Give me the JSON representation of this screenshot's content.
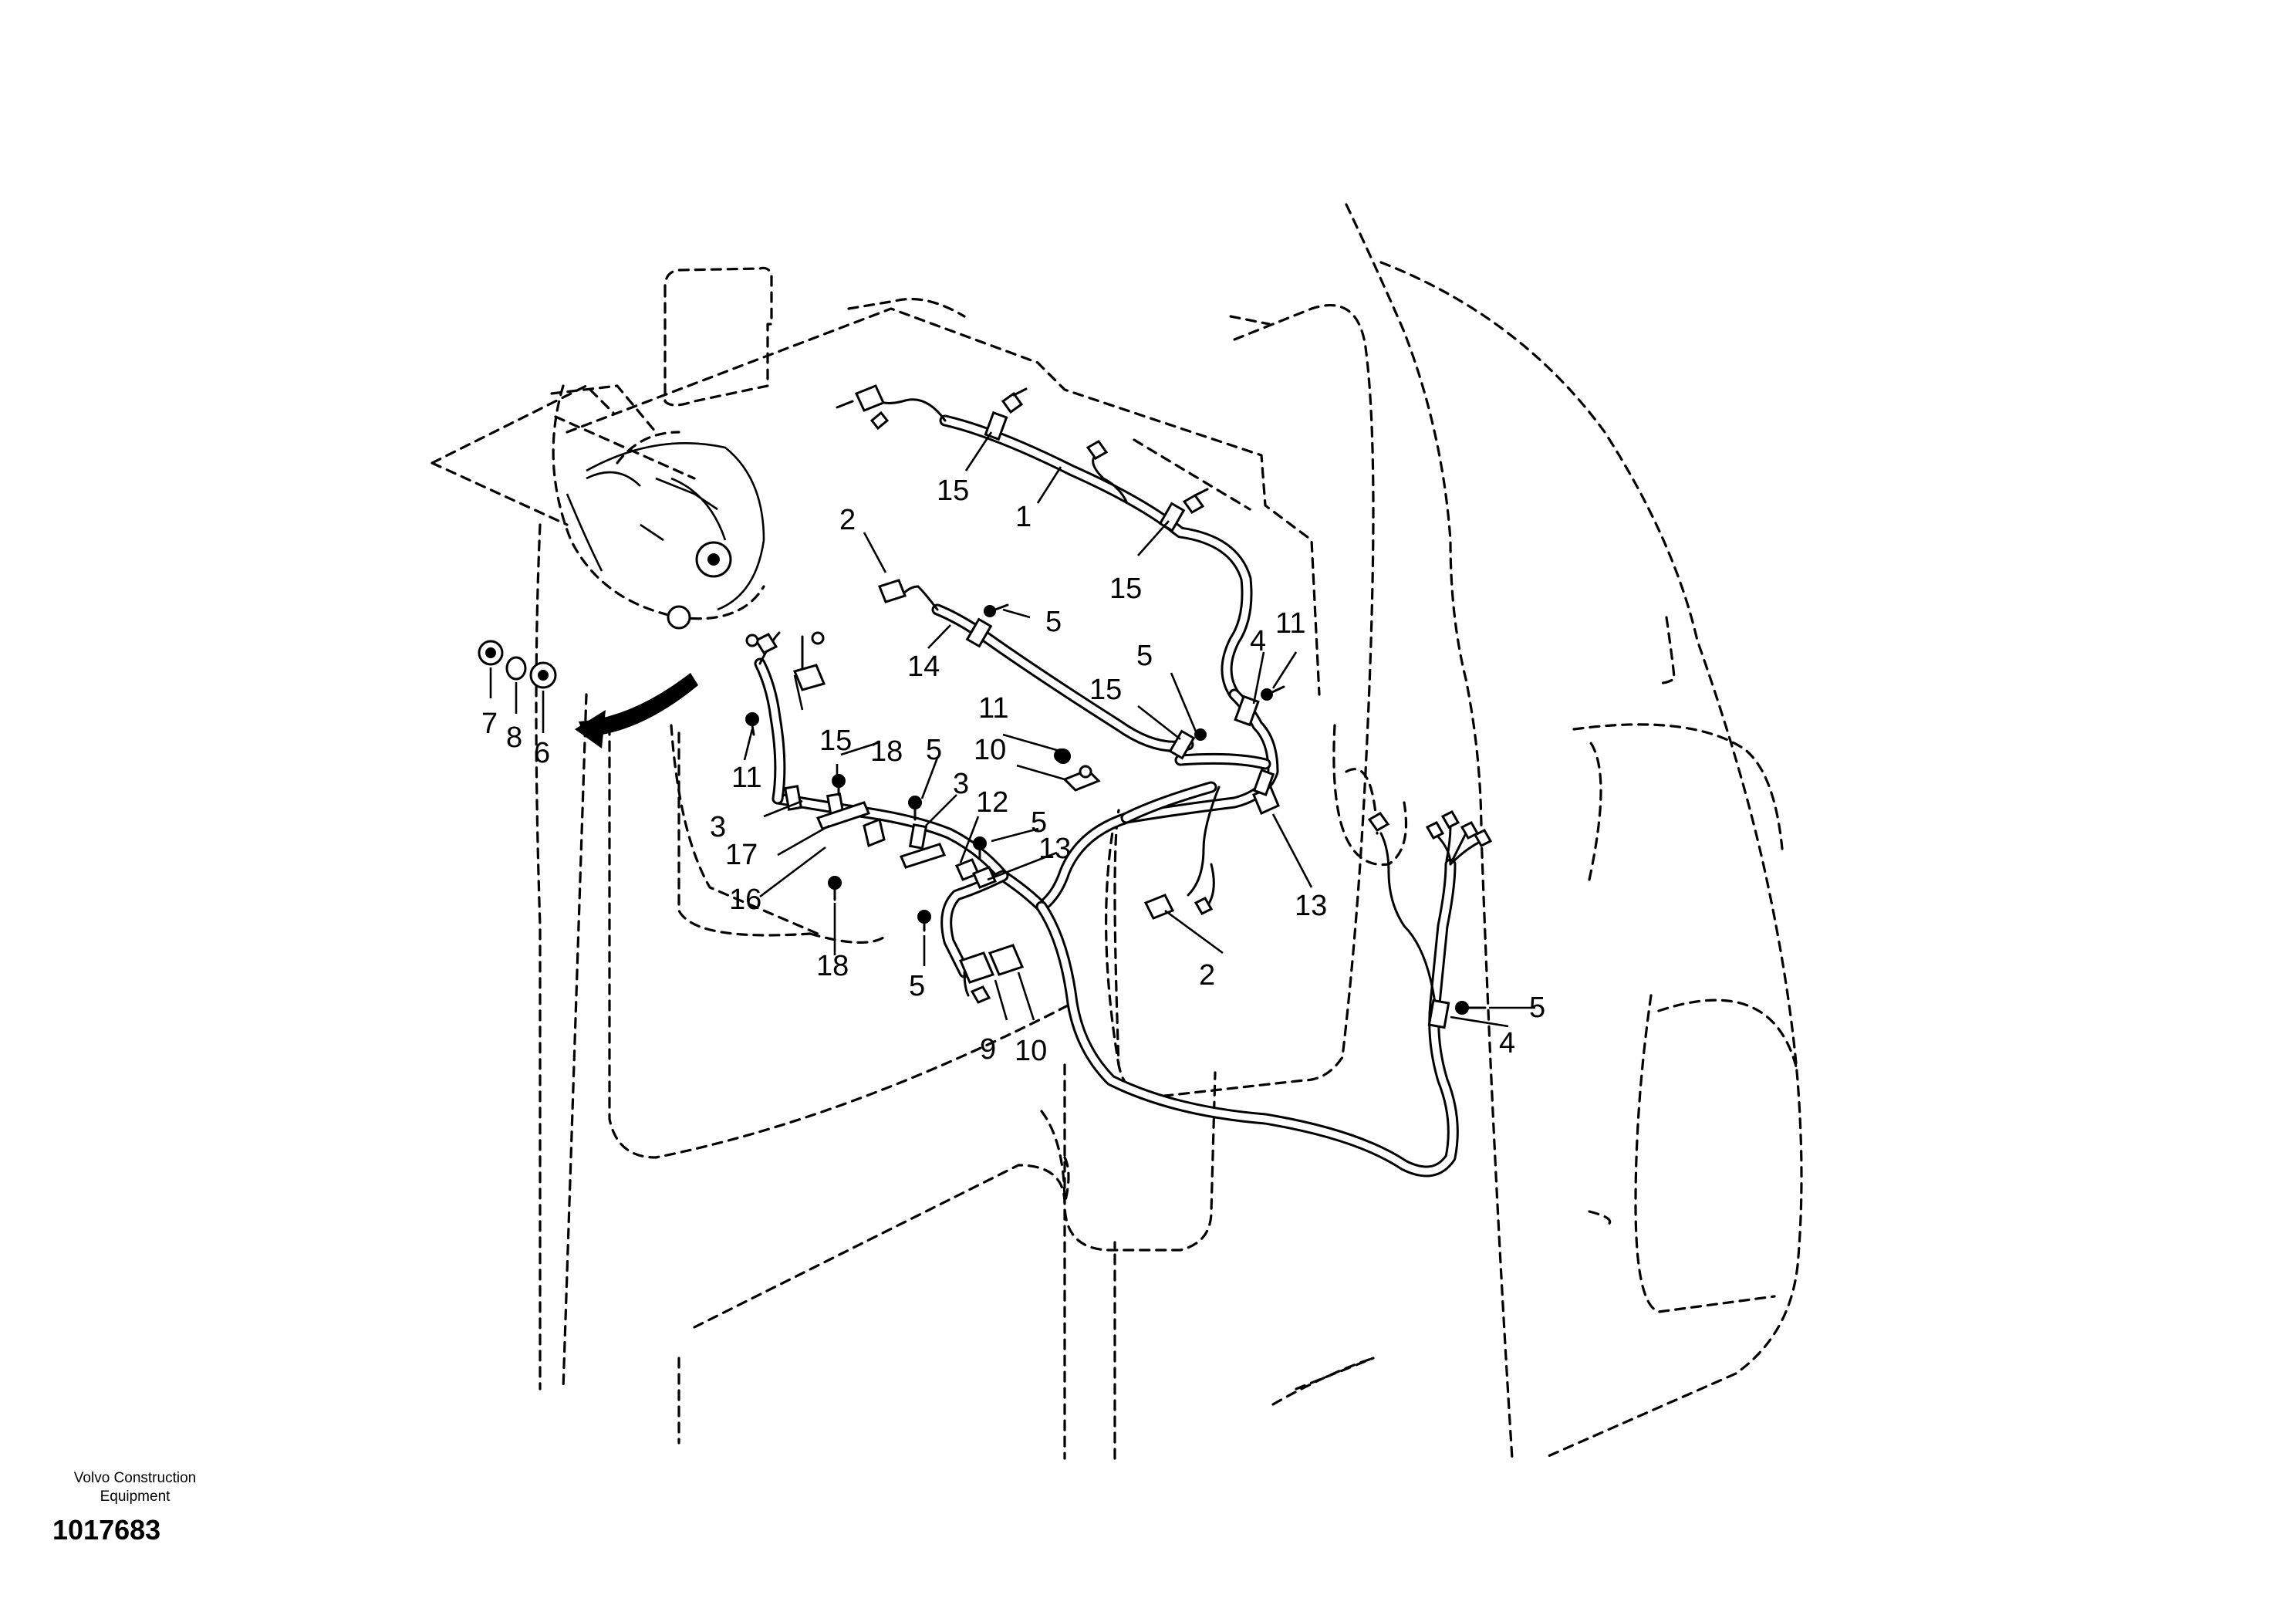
{
  "footer": {
    "brand_line1": "Volvo Construction",
    "brand_line2": "Equipment",
    "drawing_number": "1017683"
  },
  "callouts": [
    "1",
    "2",
    "2",
    "3",
    "3",
    "4",
    "4",
    "5",
    "5",
    "5",
    "5",
    "5",
    "5",
    "6",
    "7",
    "8",
    "9",
    "10",
    "10",
    "11",
    "11",
    "11",
    "12",
    "13",
    "13",
    "14",
    "15",
    "15",
    "15",
    "15",
    "16",
    "17",
    "18",
    "18"
  ]
}
